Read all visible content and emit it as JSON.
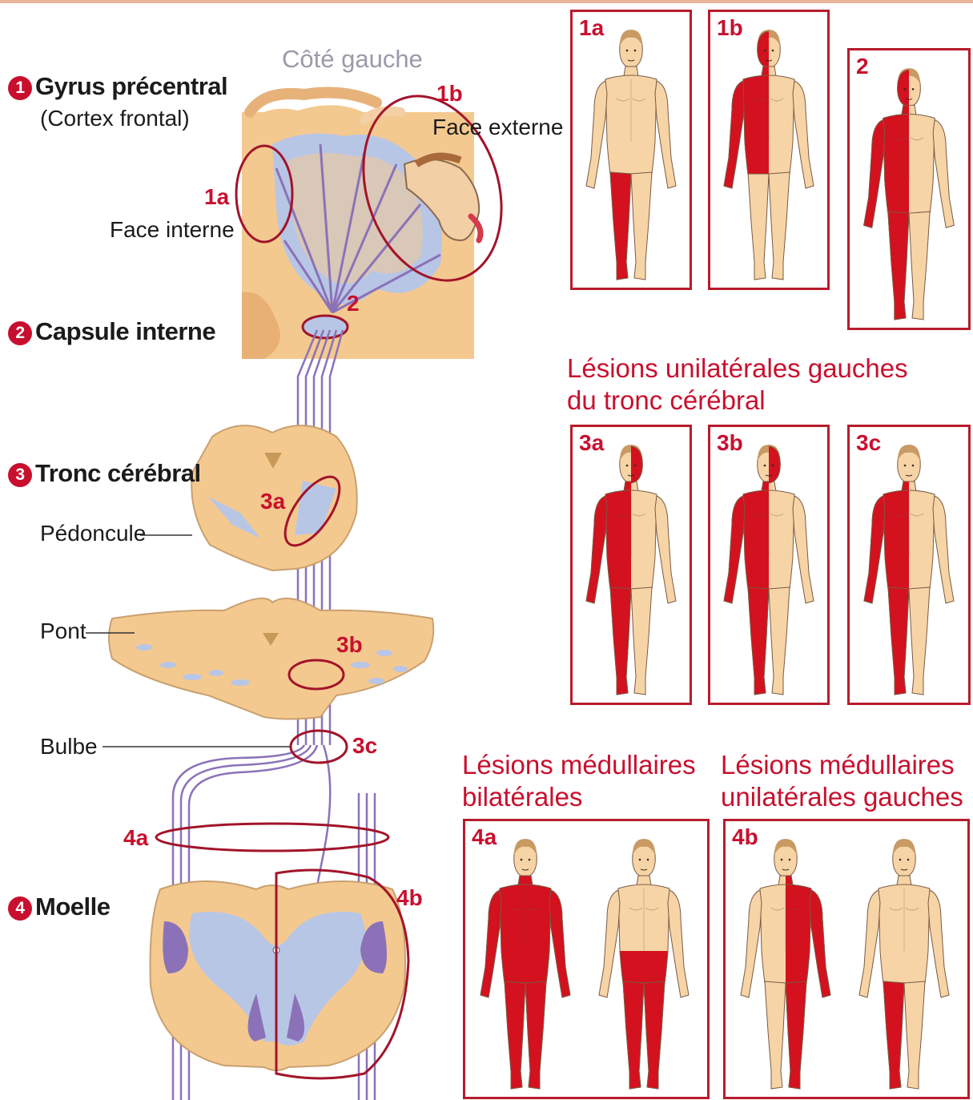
{
  "header": {
    "side_label": "Côté gauche"
  },
  "levels": [
    {
      "num": "1",
      "name": "Gyrus précentral",
      "sub": "(Cortex frontal)"
    },
    {
      "num": "2",
      "name": "Capsule interne"
    },
    {
      "num": "3",
      "name": "Tronc cérébral"
    },
    {
      "num": "4",
      "name": "Moelle"
    }
  ],
  "structures": {
    "pedoncule": "Pédoncule",
    "pont": "Pont",
    "bulbe": "Bulbe"
  },
  "brain_labels": {
    "l1a": "1a",
    "face_interne": "Face interne",
    "l1b": "1b",
    "face_externe": "Face externe",
    "l2": "2",
    "l3a": "3a",
    "l3b": "3b",
    "l3c": "3c",
    "l4a": "4a",
    "l4b": "4b"
  },
  "sections": {
    "tronc": "Lésions unilatérales gauches\ndu tronc cérébral",
    "bilat": "Lésions médullaires\nbilatérales",
    "unilat": "Lésions médullaires\nunilatérales gauches"
  },
  "panels": [
    {
      "tag": "1a",
      "pattern": "right-leg"
    },
    {
      "tag": "1b",
      "pattern": "right-arm-face"
    },
    {
      "tag": "2",
      "pattern": "right-half"
    },
    {
      "tag": "3a",
      "pattern": "right-body-left-face"
    },
    {
      "tag": "3b",
      "pattern": "right-body-left-face"
    },
    {
      "tag": "3c",
      "pattern": "right-half-body"
    },
    {
      "tag": "4a",
      "pattern": "whole-body | lower-body"
    },
    {
      "tag": "4b",
      "pattern": "left-trunk-leg | right-leg"
    }
  ],
  "colors": {
    "lesion_red": "#d4111e",
    "skin": "#f6d4a6",
    "brain_tissue": "#f4c98f",
    "brain_white": "#b8c6e6",
    "pathway": "#8b72b8",
    "frame": "#b71c2c",
    "accent_text": "#c8102e"
  }
}
